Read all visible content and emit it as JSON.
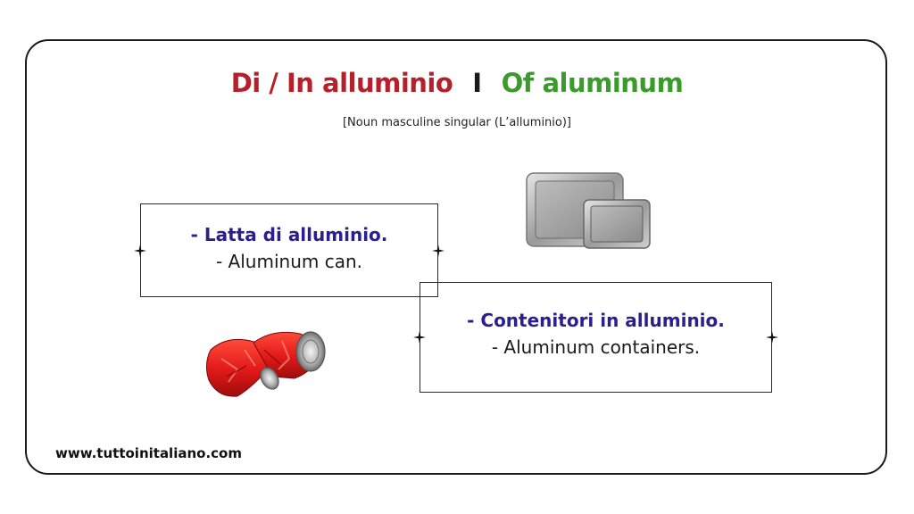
{
  "title": {
    "italian": "Di / In alluminio",
    "separator": "I",
    "english": "Of aluminum"
  },
  "subtitle": "[Noun masculine singular (L’alluminio)]",
  "examples": [
    {
      "italian": "- Latta di alluminio.",
      "english": "- Aluminum can."
    },
    {
      "italian": "- Contenitori in alluminio.",
      "english": "- Aluminum containers."
    }
  ],
  "footer": {
    "website": "www.tuttoinitaliano.com"
  },
  "icons": [
    "aluminum-trays-icon",
    "crushed-can-icon",
    "sparkle-icon"
  ],
  "colors": {
    "italian_title": "#b5202a",
    "english_title": "#3a9b2a",
    "example_italian": "#2a1f8f",
    "can_red": "#e02020"
  }
}
